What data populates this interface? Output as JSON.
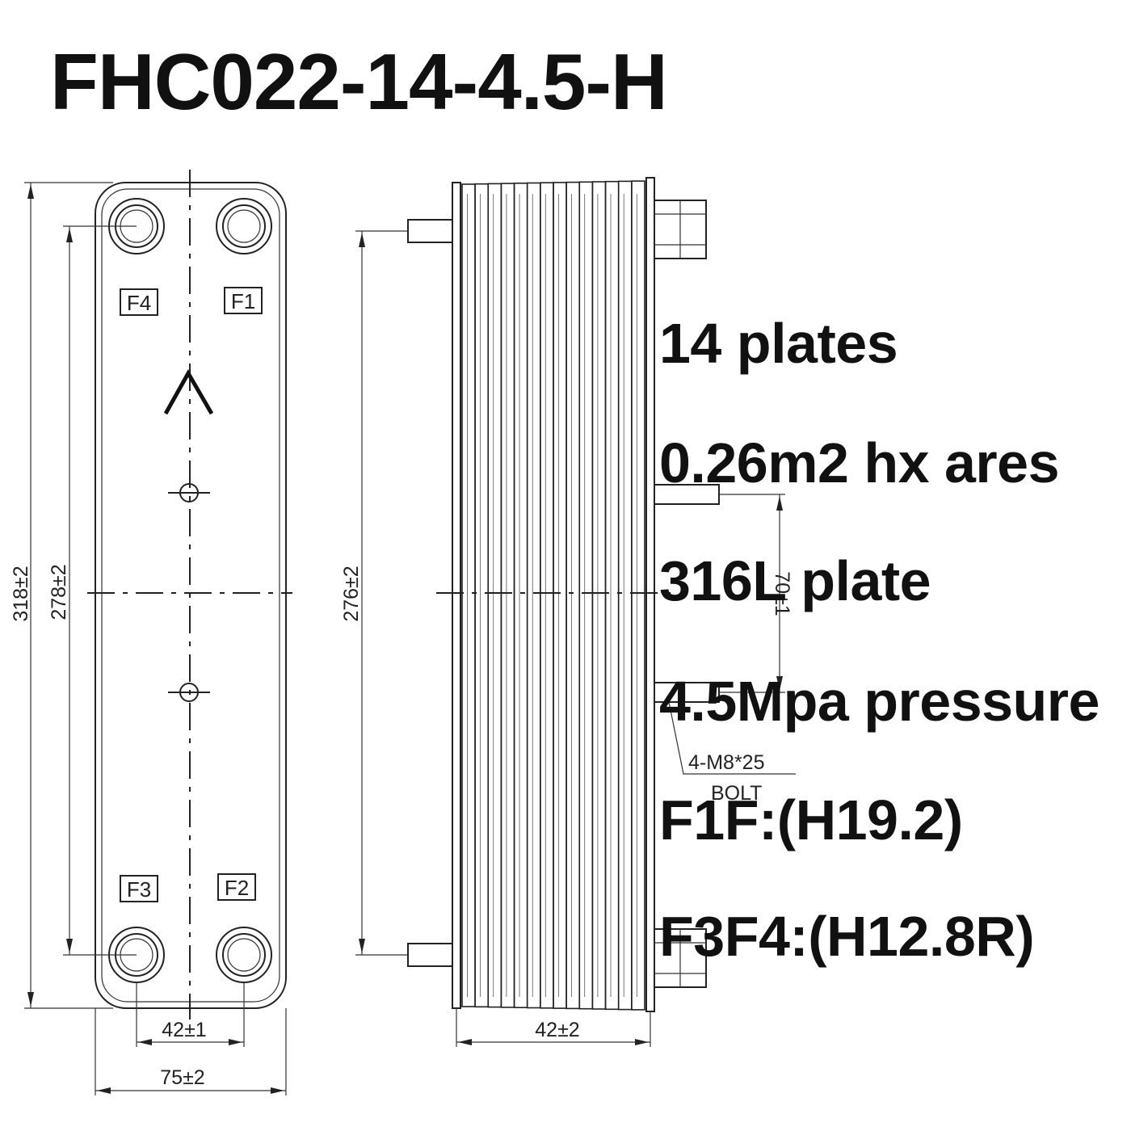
{
  "title": "FHC022-14-4.5-H",
  "specs": {
    "plates": "14 plates",
    "area": "0.26m2 hx ares",
    "material": "316L plate",
    "pressure": "4.5Mpa pressure",
    "f1f": "F1F:(H19.2)",
    "f3f4": "F3F4:(H12.8R)"
  },
  "ports": {
    "f1": "F1",
    "f2": "F2",
    "f3": "F3",
    "f4": "F4"
  },
  "front_view": {
    "height_total": "318±2",
    "height_port_centers": "278±2",
    "width_port_centers": "42±1",
    "width_total": "75±2"
  },
  "side_view": {
    "height_studs": "276±2",
    "depth": "42±2",
    "connection_spacing": "70±1",
    "bolt_spec": "4-M8*25",
    "bolt_label": "BOLT"
  }
}
